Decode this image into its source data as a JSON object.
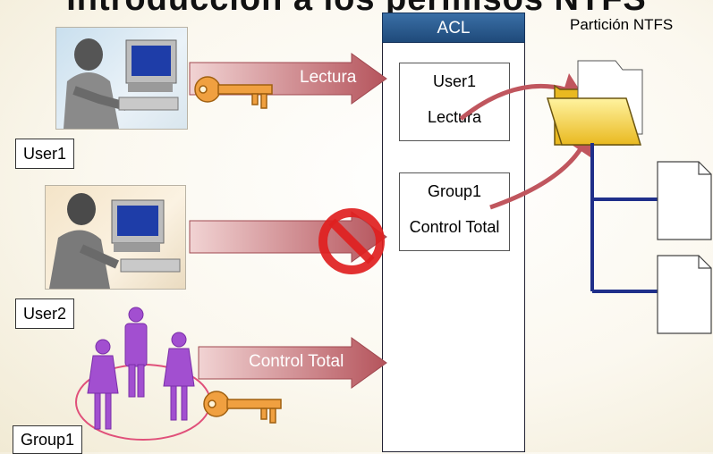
{
  "title": "Introducción a los permisos NTFS",
  "partition_label": "Partición NTFS",
  "acl": {
    "header": "ACL",
    "entries": [
      {
        "principal": "User1",
        "permission": "Lectura"
      },
      {
        "principal": "Group1",
        "permission": "Control Total"
      }
    ]
  },
  "principals": {
    "user1": "User1",
    "user2": "User2",
    "group1": "Group1"
  },
  "arrows": {
    "user1": "Lectura",
    "user2": "",
    "group1": "Control Total"
  },
  "colors": {
    "arrow": "#b5545c",
    "acl_header": "#2a5a8f",
    "key": "#f0a040",
    "group_people": "#a24fd0",
    "denied": "#e02020",
    "tree_line": "#1f2f8a",
    "folder": "#f7d54a"
  }
}
